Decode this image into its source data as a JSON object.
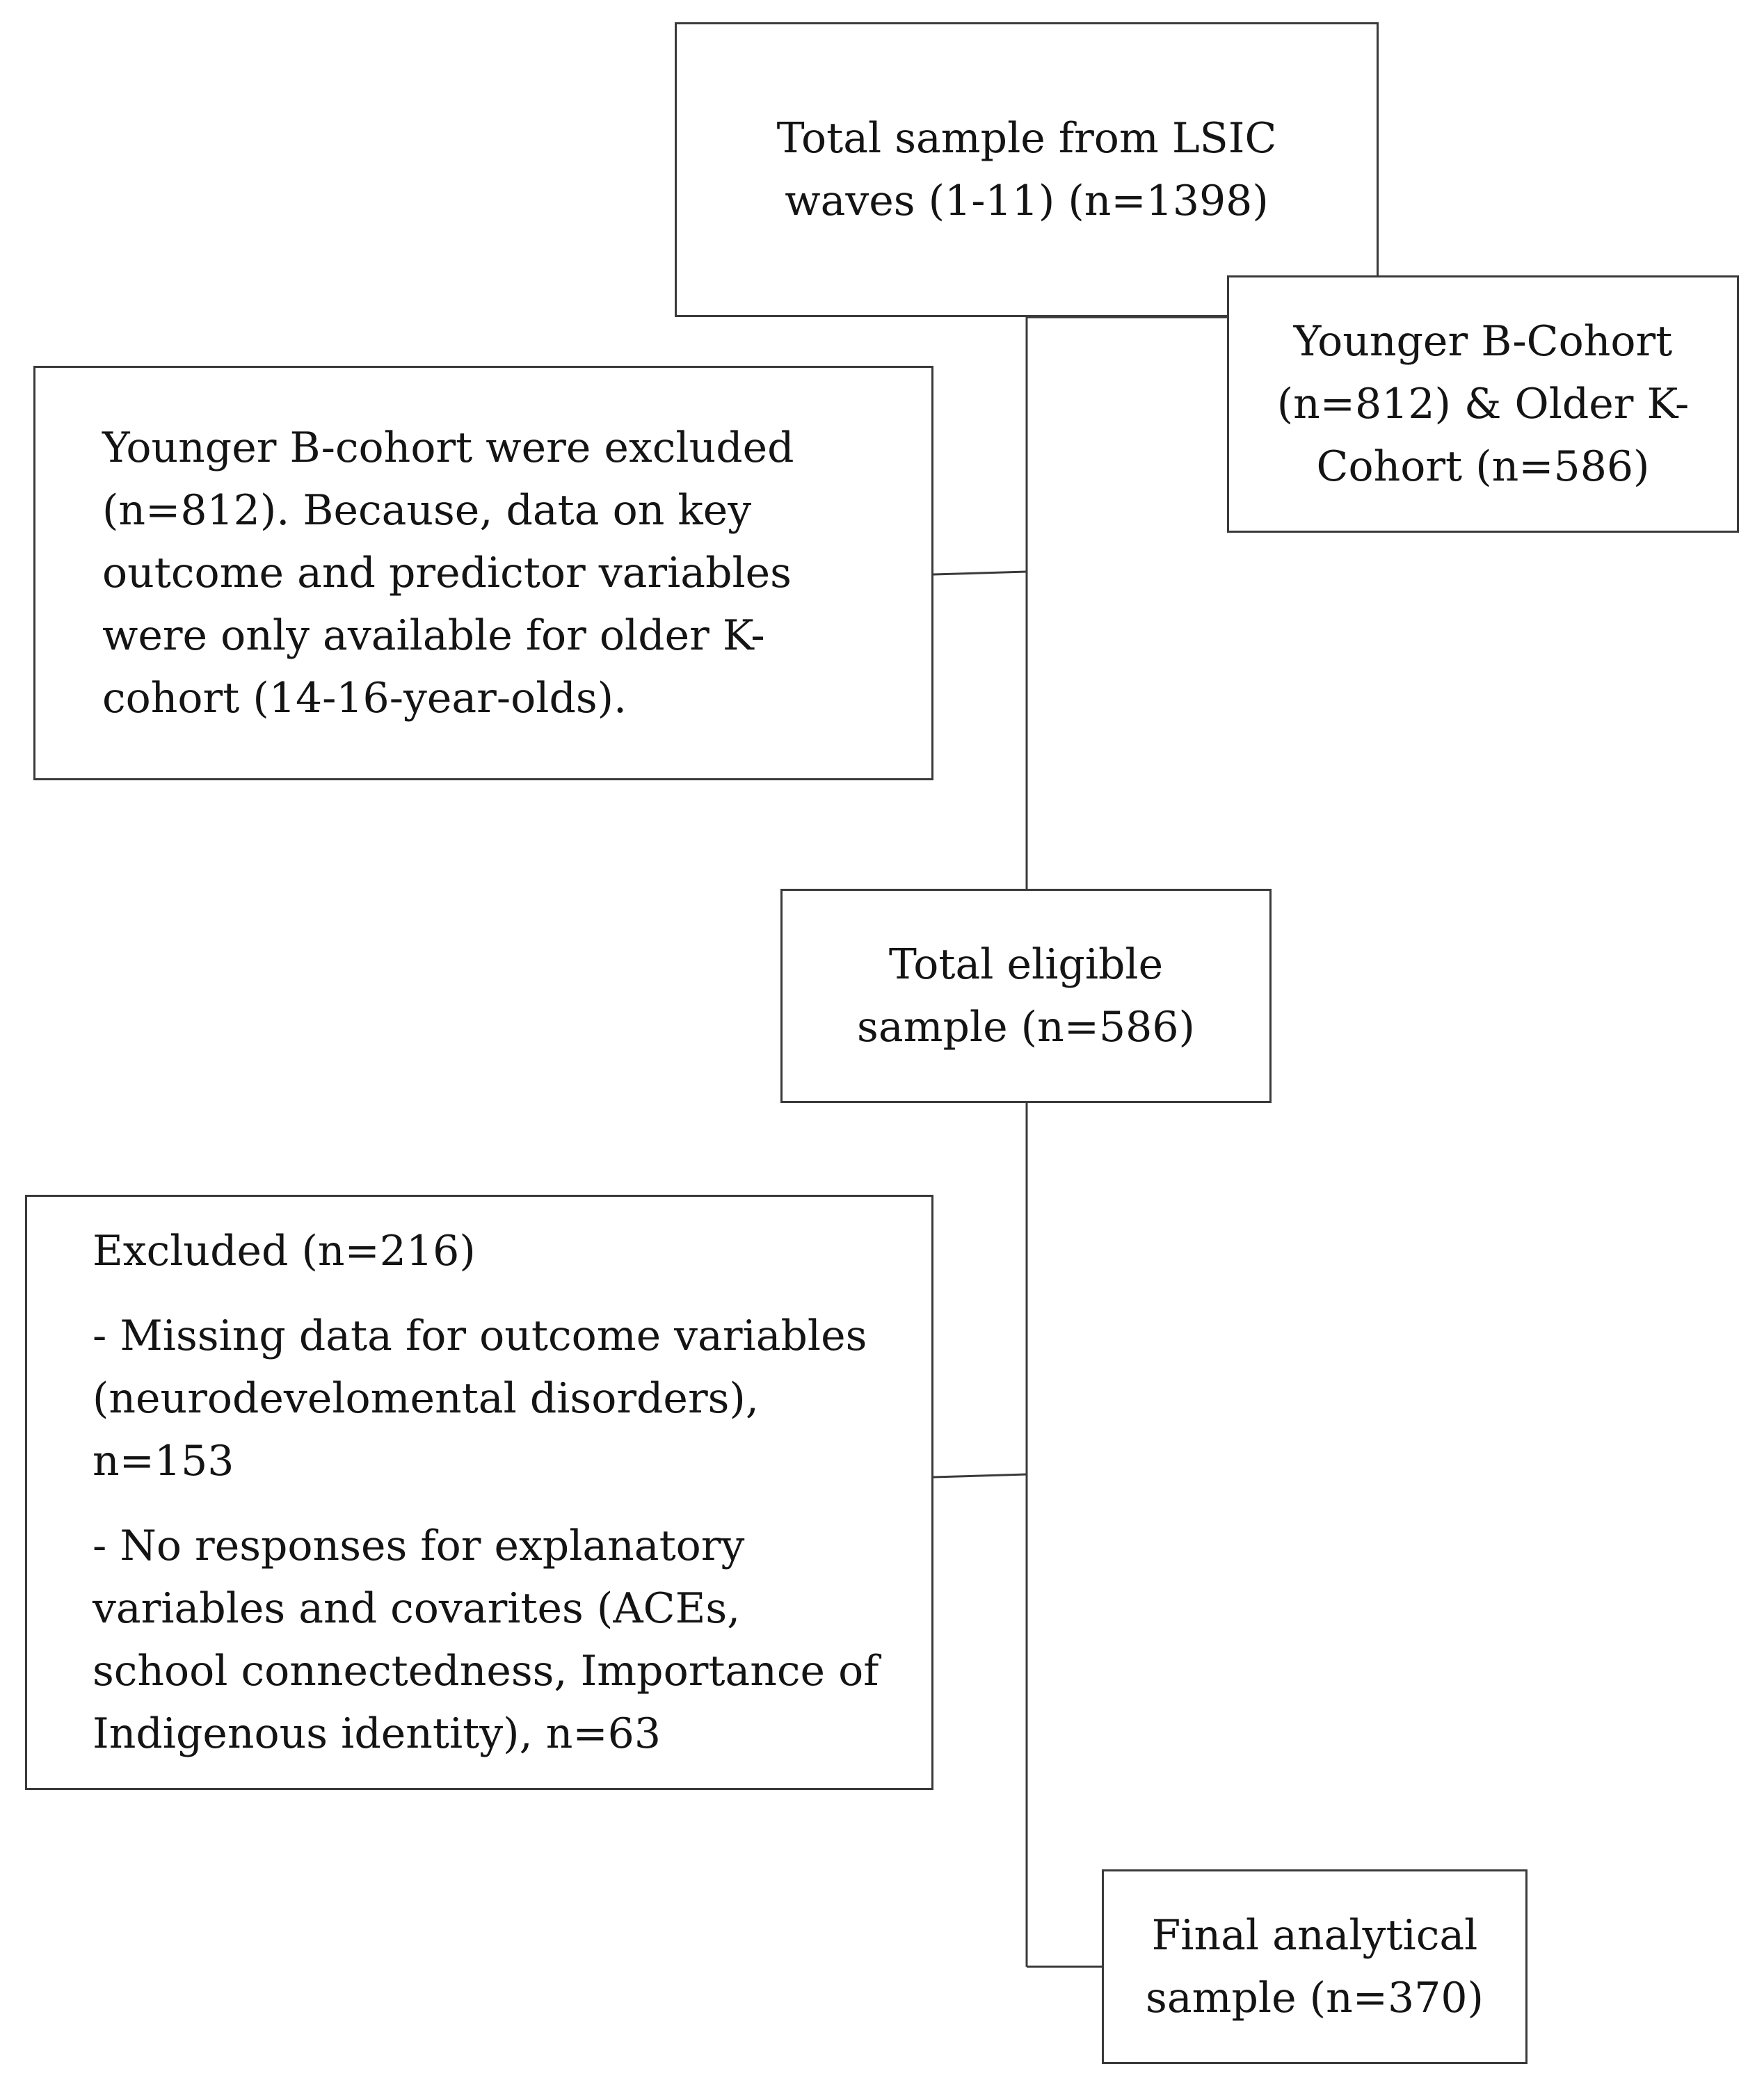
{
  "diagram": {
    "nodes": {
      "total_sample": {
        "lines": [
          "Total sample from LSIC",
          "waves (1-11) (n=1398)"
        ]
      },
      "cohorts": {
        "lines": [
          "Younger B-Cohort",
          "(n=812) & Older K-",
          "Cohort (n=586)"
        ]
      },
      "excluded_b_cohort": {
        "lines": [
          "Younger B-cohort were excluded",
          "(n=812). Because, data on key",
          "outcome and predictor variables",
          "were only available for older K-",
          "cohort (14-16-year-olds)."
        ]
      },
      "eligible_sample": {
        "lines": [
          "Total eligible",
          "sample (n=586)"
        ]
      },
      "excluded": {
        "heading": "Excluded (n=216)",
        "reason1_lines": [
          "- Missing data for outcome variables",
          "(neurodevelomental disorders),",
          "n=153"
        ],
        "reason2_lines": [
          "- No responses for explanatory",
          "variables and covarites (ACEs,",
          "school connectedness, Importance of",
          "Indigenous identity), n=63"
        ]
      },
      "final_sample": {
        "lines": [
          "Final analytical",
          "sample (n=370)"
        ]
      }
    },
    "colors": {
      "border": "#3a3a3a",
      "text": "#141414",
      "background": "#ffffff"
    }
  }
}
